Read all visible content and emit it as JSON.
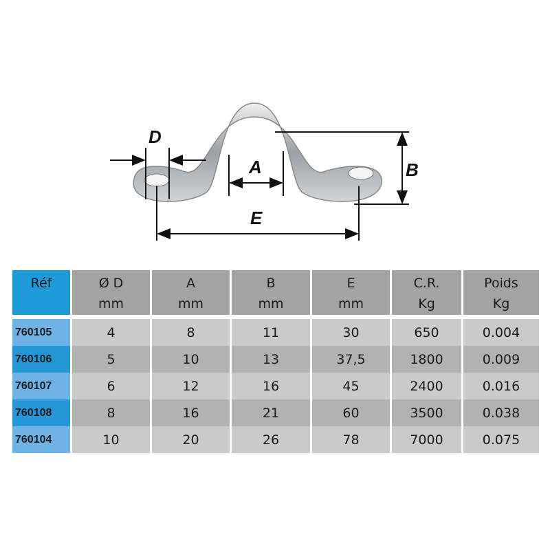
{
  "diagram": {
    "labels": {
      "d": "D",
      "a": "A",
      "b": "B",
      "e": "E"
    }
  },
  "table": {
    "headers": [
      {
        "top": "Réf",
        "bottom": ""
      },
      {
        "top": "Ø D",
        "bottom": "mm"
      },
      {
        "top": "A",
        "bottom": "mm"
      },
      {
        "top": "B",
        "bottom": "mm"
      },
      {
        "top": "E",
        "bottom": "mm"
      },
      {
        "top": "C.R.",
        "bottom": "Kg"
      },
      {
        "top": "Poids",
        "bottom": "Kg"
      }
    ],
    "rows": [
      [
        "760105",
        "4",
        "8",
        "11",
        "30",
        "650",
        "0.004"
      ],
      [
        "760106",
        "5",
        "10",
        "13",
        "37,5",
        "1800",
        "0.009"
      ],
      [
        "760107",
        "6",
        "12",
        "16",
        "45",
        "2400",
        "0.016"
      ],
      [
        "760108",
        "8",
        "16",
        "21",
        "60",
        "3500",
        "0.038"
      ],
      [
        "760104",
        "10",
        "20",
        "26",
        "78",
        "7000",
        "0.075"
      ]
    ]
  }
}
